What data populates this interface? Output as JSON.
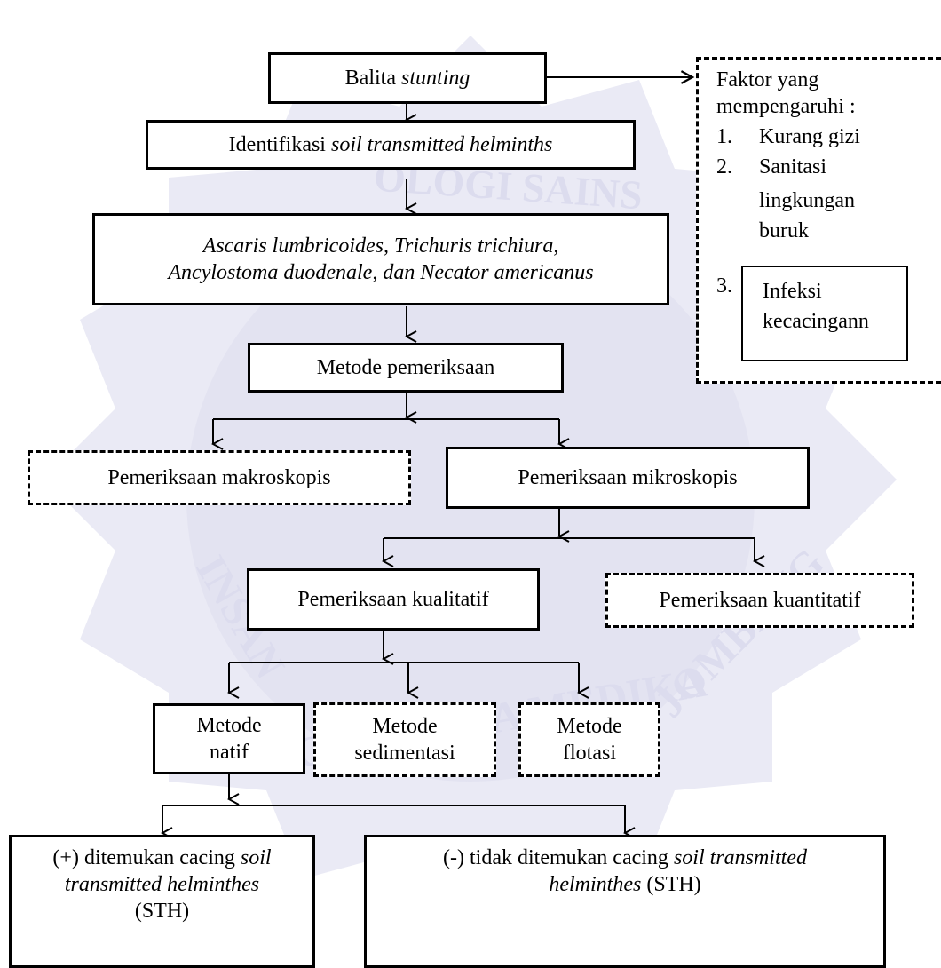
{
  "nodes": {
    "balita": {
      "text": "Balita ",
      "italic": "stunting"
    },
    "identifikasi": {
      "text": "Identifikasi ",
      "italic": "soil transmitted helminths"
    },
    "species": {
      "line1": "Ascaris lumbricoides, Trichuris trichiura,",
      "line2": "Ancylostoma duodenale, dan Necator americanus"
    },
    "metode_pemeriksaan": "Metode pemeriksaan",
    "makroskopis": "Pemeriksaan makroskopis",
    "mikroskopis": "Pemeriksaan mikroskopis",
    "kualitatif": "Pemeriksaan kualitatif",
    "kuantitatif": "Pemeriksaan kuantitatif",
    "natif": {
      "line1": "Metode",
      "line2": "natif"
    },
    "sedimentasi": {
      "line1": "Metode",
      "line2": "sedimentasi"
    },
    "flotasi": {
      "line1": "Metode",
      "line2": "flotasi"
    },
    "positif": {
      "pre": "(+) ditemukan cacing ",
      "italic1": "soil",
      "italic2": "transmitted helminthes",
      "post": "(STH)"
    },
    "negatif": {
      "pre": "(-) tidak ditemukan cacing ",
      "italic1": "soil transmitted",
      "italic2": "helminthes",
      "post": " (STH)"
    }
  },
  "faktor": {
    "title1": "Faktor yang",
    "title2": "mempengaruhi :",
    "items": [
      {
        "num": "1.",
        "lines": [
          "Kurang gizi"
        ]
      },
      {
        "num": "2.",
        "lines": [
          "Sanitasi",
          "lingkungan",
          "buruk"
        ]
      },
      {
        "num": "3.",
        "lines": [
          "Infeksi",
          "kecacingann"
        ]
      }
    ]
  },
  "watermark": {
    "arc_top": "OLOGI SAINS",
    "left": "INSAN",
    "bottom": "CENDEKIA MEDIKA",
    "right": "JOMBANG",
    "colors": {
      "badge": "#e6e6f3",
      "moon": "#fbf3cf"
    }
  }
}
